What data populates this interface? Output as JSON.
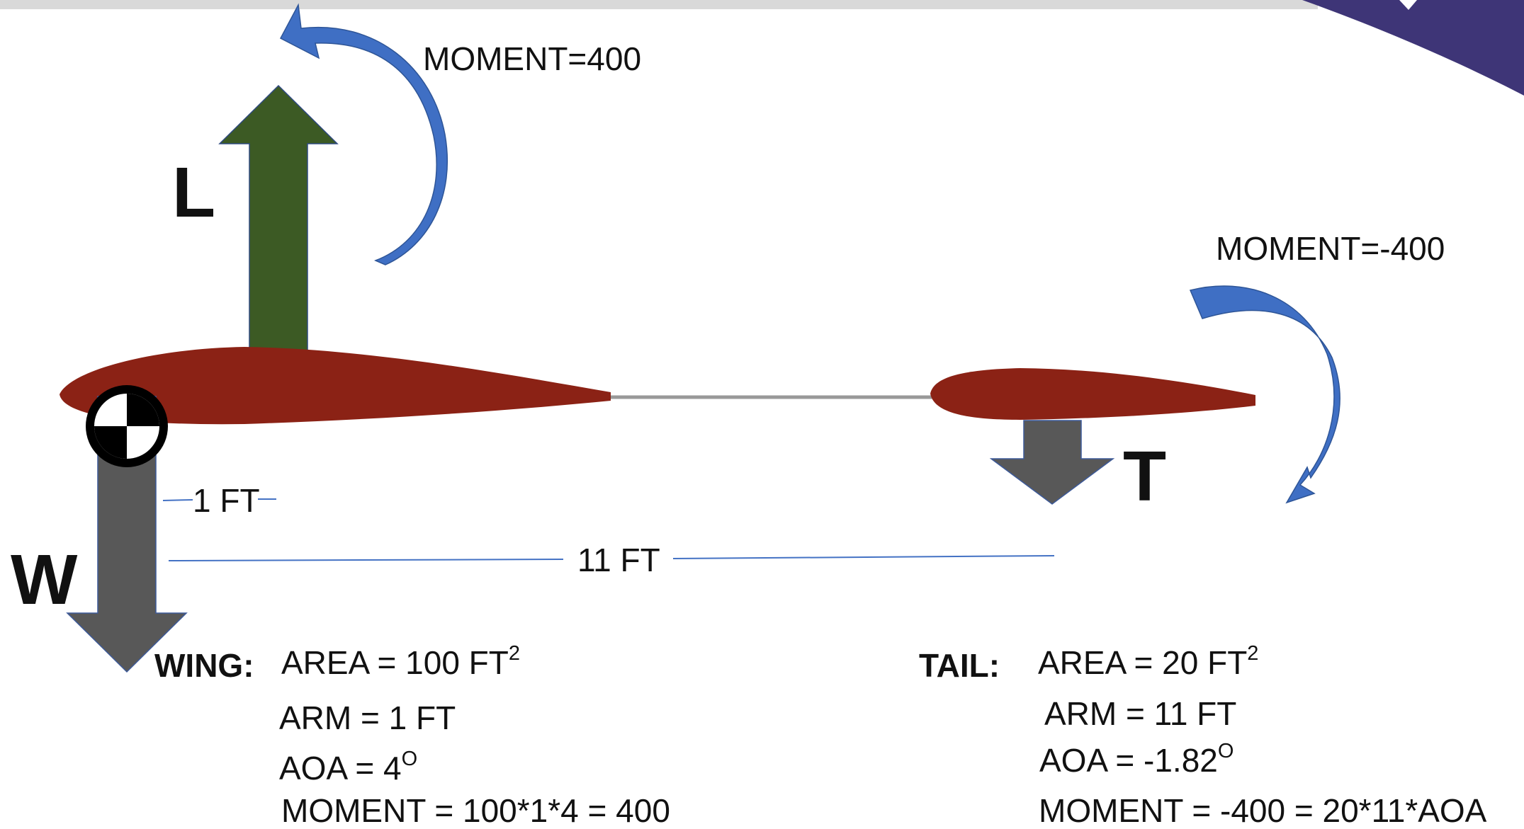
{
  "colors": {
    "top_bar": "#d9d9d9",
    "corner_accent": "#3e3577",
    "airfoil": "#8b2215",
    "lift_arrow": "#3c5a24",
    "force_arrow_gray": "#585858",
    "moment_arrow_blue": "#3f6fc4",
    "connector": "#999999",
    "dimension_line": "#4472c4"
  },
  "icons": {
    "cg_symbol": "center-of-gravity-icon"
  },
  "forces": {
    "lift": "L",
    "weight": "W",
    "tail": "T"
  },
  "moments": {
    "wing": "MOMENT=400",
    "tail": "MOMENT=-400"
  },
  "dimensions": {
    "wing_arm": "1 FT",
    "tail_arm": "11 FT"
  },
  "wing": {
    "header": "WING:",
    "area": "AREA = 100 FT",
    "area_exp": "2",
    "arm": "ARM = 1 FT",
    "aoa": "AOA = 4",
    "aoa_unit": "O",
    "moment": "MOMENT = 100*1*4 = 400"
  },
  "tail": {
    "header": "TAIL:",
    "area": "AREA = 20 FT",
    "area_exp": "2",
    "arm": "ARM = 11 FT",
    "aoa": "AOA = -1.82",
    "aoa_unit": "O",
    "moment": "MOMENT = -400 = 20*11*AOA"
  }
}
